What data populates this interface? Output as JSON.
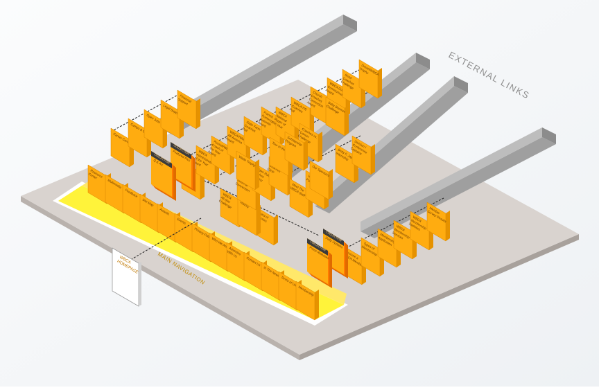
{
  "diagram": {
    "title": "Website architecture",
    "external_label": "EXTERNAL LINKS",
    "main_navigation_label": "MAIN NAVIGATION",
    "homepage_label": [
      "WBCA",
      "HOMEPAGE"
    ],
    "colors": {
      "background": "#f6f8fa",
      "platform_top": "#d9d3cf",
      "platform_edge": "#b9b2ad",
      "nav_band": "#fff33a",
      "page_face": "#ffac10",
      "page_side": "#e69200",
      "page_text": "#6b3a00",
      "beam": "#a8a8a8",
      "dashed": "#2b2b2b",
      "collection_dark": "#3b3b3b",
      "collection_accent": "#ff7a00"
    },
    "pages": [
      {
        "id": "p-financial-support",
        "label": [
          "Financial",
          "Support"
        ]
      },
      {
        "id": "p-legal-support",
        "label": [
          "Legal Support"
        ]
      },
      {
        "id": "p-open-jobs",
        "label": [
          "Open Jobs"
        ]
      },
      {
        "id": "p-camps-clinics",
        "label": [
          "Camps & Clinics"
        ]
      },
      {
        "id": "p-career-center",
        "label": [
          "Career Center"
        ]
      },
      {
        "id": "p-resource-center",
        "label": [
          "Resource",
          "Center"
        ]
      },
      {
        "id": "p-multimedia",
        "label": [
          "Multimedia"
        ]
      },
      {
        "id": "p-feedback",
        "label": [
          "Feedback"
        ]
      },
      {
        "id": "p-site-map",
        "label": [
          "Site Map"
        ]
      },
      {
        "id": "p-awards",
        "label": [
          "Awards"
        ]
      },
      {
        "id": "p-events",
        "label": [
          "Events"
        ]
      },
      {
        "id": "p-privacy-policy",
        "label": [
          "Privacy Policy"
        ]
      },
      {
        "id": "p-who-we-are",
        "label": [
          "Who We Are"
        ]
      },
      {
        "id": "p-advertise-with-us",
        "label": [
          "Advertise",
          "With Us"
        ]
      },
      {
        "id": "p-contact-us",
        "label": [
          "Contact Us"
        ]
      },
      {
        "id": "p-in-the-news",
        "label": [
          "In The News"
        ]
      },
      {
        "id": "p-terms-of-use",
        "label": [
          "Terms of Use"
        ]
      },
      {
        "id": "p-membership",
        "label": [
          "Membership"
        ]
      },
      {
        "id": "p-wbca-academic",
        "label": [
          "WBCA",
          "Academic",
          "Top 25",
          "Team Award"
        ]
      },
      {
        "id": "p-wbca-administrator",
        "label": [
          "WBCA",
          "Administrator",
          "of the Year",
          "Award"
        ]
      },
      {
        "id": "p-russell-wbca-coach",
        "label": [
          "Russell/WBCA",
          "Coach of",
          "the Year",
          "Award"
        ]
      },
      {
        "id": "p-wbca-all-star",
        "label": [
          "WBCA",
          "All-Star",
          "Challenge"
        ]
      },
      {
        "id": "p-wbca-nike-all-america",
        "label": [
          "WBCA/Nike",
          "All-America",
          "Award"
        ]
      },
      {
        "id": "p-state-farm-coaches",
        "label": [
          "State Farm",
          "Coaches",
          "Poll"
        ]
      },
      {
        "id": "p-wbca-national",
        "label": [
          "WBCA",
          "National",
          "Convention"
        ]
      },
      {
        "id": "p-golden-rule",
        "label": [
          "Golden Rule",
          "Coaches",
          "Academy"
        ]
      },
      {
        "id": "p-wade-trophy",
        "label": [
          "Wade Trophy"
        ]
      },
      {
        "id": "p-wbca-coaches-clinic",
        "label": [
          "WBCA",
          "Coaches",
          "Clinic"
        ]
      },
      {
        "id": "p-wbca-national-player",
        "label": [
          "WBCA",
          "National",
          "Player of",
          "the Year"
        ]
      },
      {
        "id": "p-history",
        "label": [
          "History"
        ]
      },
      {
        "id": "p-board-of-directors",
        "label": [
          "Board of",
          "Directors"
        ]
      },
      {
        "id": "p-francis-pomeroy",
        "label": [
          "Francis",
          "Pomeroy",
          "Naismith",
          "Award"
        ]
      },
      {
        "id": "p-tour-to-the-ball",
        "label": [
          "Tour to the Ball"
        ]
      },
      {
        "id": "p-meet-the-wbca-staff",
        "label": [
          "Meet The",
          "WBCA Staff"
        ]
      },
      {
        "id": "p-wbca-publications",
        "label": [
          "WBCA",
          "Publications"
        ]
      },
      {
        "id": "p-wbca-hs-coaches",
        "label": [
          "WBCA HS",
          "Coaches",
          "Poll"
        ]
      },
      {
        "id": "p-scholarship-program",
        "label": [
          "Scholarship",
          "Program"
        ]
      },
      {
        "id": "p-coaches-vs-cancer",
        "label": [
          "Coaches vs.",
          "Cancer",
          "Challenge"
        ]
      },
      {
        "id": "p-our-sponsors",
        "label": [
          "Our Sponsors"
        ]
      },
      {
        "id": "p-betty-f-jaynes",
        "label": [
          "Betty F. Jaynes",
          "Internship"
        ]
      },
      {
        "id": "p-division-i-conference",
        "label": [
          "Division I",
          "Conference",
          "Captains"
        ]
      },
      {
        "id": "p-church-coaches",
        "label": [
          "Church",
          "Coaches",
          "Connection",
          "Award"
        ]
      },
      {
        "id": "p-wbca-coaches-communication",
        "label": [
          "WBCA Coaches",
          "Communication",
          "Award"
        ]
      },
      {
        "id": "p-baby-boomer",
        "label": [
          "Baby Boomer",
          "Challenge"
        ]
      },
      {
        "id": "p-send-coaches",
        "label": [
          "Send",
          "Coaches",
          "Challenge"
        ]
      },
      {
        "id": "p-drexel-wbca",
        "label": [
          "Drexel/WBCA",
          "Trophy"
        ]
      },
      {
        "id": "p-become-a-member",
        "label": [
          "Become a",
          "WBCA Member"
        ]
      },
      {
        "id": "p-types-of-membership",
        "label": [
          "Types of",
          "Membership"
        ]
      },
      {
        "id": "p-membership-application",
        "label": [
          "Membership",
          "Application"
        ]
      },
      {
        "id": "p-wbca-membership-services",
        "label": [
          "WBCA",
          "Membership",
          "Services"
        ]
      },
      {
        "id": "p-wbca-membership-stats",
        "label": [
          "WBCA",
          "Membership",
          "Statistics"
        ]
      },
      {
        "id": "p-member-survey-results",
        "label": [
          "Member",
          "Survey Results"
        ]
      }
    ],
    "collections": [
      {
        "id": "c-featured-pics",
        "tag": "COLLECTION",
        "label": [
          "Featured Pics"
        ]
      },
      {
        "id": "c-qa",
        "tag": "COLLECTION",
        "label": [
          "Q & A's"
        ]
      },
      {
        "id": "c-daily-updates",
        "tag": "COLLECTION",
        "label": [
          "Daily Updates"
        ]
      },
      {
        "id": "c-press-releases",
        "tag": "COLLECTION",
        "label": [
          "Press Releases"
        ]
      }
    ]
  }
}
